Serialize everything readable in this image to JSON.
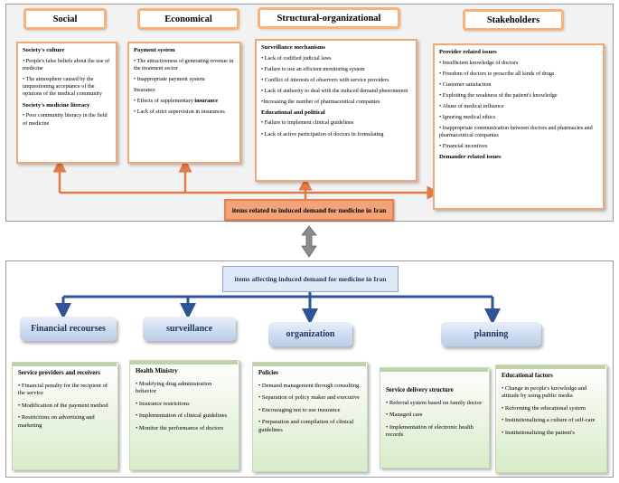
{
  "top": {
    "headers": {
      "social": "Social",
      "economical": "Economical",
      "structural": "Structural-organizational",
      "stakeholders": "Stakeholders"
    },
    "social_box": {
      "culture_title": "Society's culture",
      "culture_items": [
        "• People's false beliefs about the use of medicine",
        "• The atmosphere caused by the unquestioning acceptance of the opinions of the medical community"
      ],
      "literacy_title": "Society's medicine literacy",
      "literacy_items": [
        "• Poor community literacy in the field of medicine"
      ]
    },
    "economical_box": {
      "title": "Payment system",
      "item_1": "• The attractiveness of generating revenue in the treatment sector",
      "item_2": "• Inappropriate payment system",
      "item_3": "Insurance",
      "item_4_prefix": "• Effects of supplementary",
      "item_4_bold": "insurance",
      "item_5": "• Lack of strict supervision in insurances"
    },
    "structural_box": {
      "title1": "Surveillance mechanisms",
      "items1": [
        "• Lack of codified judicial laws",
        "• Failure to use an efficient monitoring system",
        "• Conflict of interests of observers with service providers",
        "• Lack of authority to deal with the induced demand phenomenon",
        "•Increasing the number of pharmaceutical companies"
      ],
      "title2": "Educational and political",
      "items2": [
        "• Failure to implement clinical guidelines",
        "• Lack of active participation of doctors in formulating"
      ]
    },
    "stakeholders_box": {
      "title1": "Provider related issues",
      "items1": [
        "• Insufficient knowledge of doctors",
        "• Freedom of doctors to prescribe all kinds of drugs",
        "• Customer satisfaction",
        "• Exploiting the weakness of the patient's knowledge",
        "• Abuse of medical influence",
        "• Ignoring medical ethics",
        "• Inappropriate communication between doctors and pharmacies and pharmaceutical companies",
        "• Financial incentives"
      ],
      "title2": "Demander related issues"
    },
    "center_label": "items related to induced demand for medicine in Iran"
  },
  "bottom": {
    "title": "items affecting induced demand for medicine in Iran",
    "categories": {
      "financial": "Financial recourses",
      "surveillance": "surveillance",
      "organization": "organization",
      "planning": "planning"
    },
    "box_financial": {
      "title": "Service providers and receivers",
      "items": [
        "• Financial penalty for the recipient of the service",
        "• Modification of the payment method",
        "• Restrictions on advertising and marketing"
      ]
    },
    "box_surveillance": {
      "title": "Health Ministry",
      "items": [
        "• Modifying drug administration behavior",
        "• Insurance restrictions",
        "• Implementation of clinical guidelines",
        "• Monitor the performance of doctors"
      ]
    },
    "box_organization": {
      "title": "Policies",
      "items": [
        "• Demand management through consulting",
        "• Separation of policy maker and executive",
        "• Encouraging not to use insurance",
        "• Preparation and compilation of clinical guidelines"
      ]
    },
    "box_planning": {
      "title": "Service delivery structure",
      "items": [
        "• Referral system based on family doctor",
        "• Managed care",
        "• Implementation of electronic health records"
      ]
    },
    "box_educational": {
      "title": "Educational factors",
      "items": [
        "• Change in people's knowledge and attitude by using public media",
        "• Reforming the educational system",
        "• Institutionalizing a culture of self-care",
        "• Institutionalizing the patient's"
      ]
    }
  },
  "colors": {
    "orange_border": "#f0a878",
    "orange_fill": "#f3a37a",
    "arrow_orange": "#e07b45",
    "blue_connector": "#2f5597",
    "green_box": "#d8ebc9"
  }
}
